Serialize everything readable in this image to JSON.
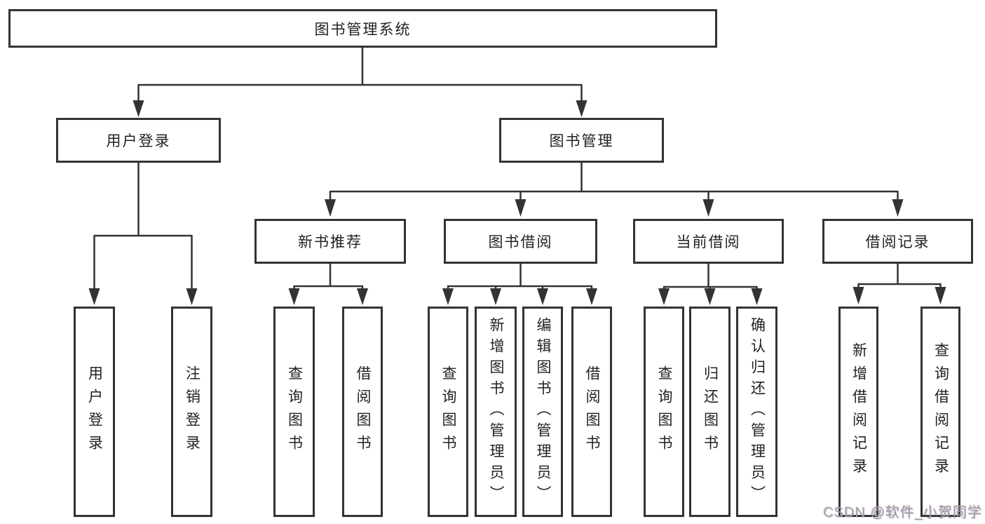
{
  "diagram": {
    "title": "图书管理系统",
    "level2": [
      {
        "label": "用户登录"
      },
      {
        "label": "图书管理"
      }
    ],
    "level3": [
      {
        "label": "新书推荐"
      },
      {
        "label": "图书借阅"
      },
      {
        "label": "当前借阅"
      },
      {
        "label": "借阅记录"
      }
    ],
    "leaves": {
      "user_login": [
        "用户登录",
        "注销登录"
      ],
      "new_book_recommend": [
        "查询图书",
        "借阅图书"
      ],
      "book_borrow": [
        "查询图书",
        "新增图书（管理员）",
        "编辑图书（管理员）",
        "借阅图书"
      ],
      "current_borrow": [
        "查询图书",
        "归还图书",
        "确认归还（管理员）"
      ],
      "borrow_records": [
        "新增借阅记录",
        "查询借阅记录"
      ]
    }
  },
  "watermark": {
    "text": "CSDN @软件_小贺同学",
    "color": "#9aa0a6"
  },
  "colors": {
    "line": "#333333",
    "text": "#222222",
    "background": "#ffffff"
  }
}
